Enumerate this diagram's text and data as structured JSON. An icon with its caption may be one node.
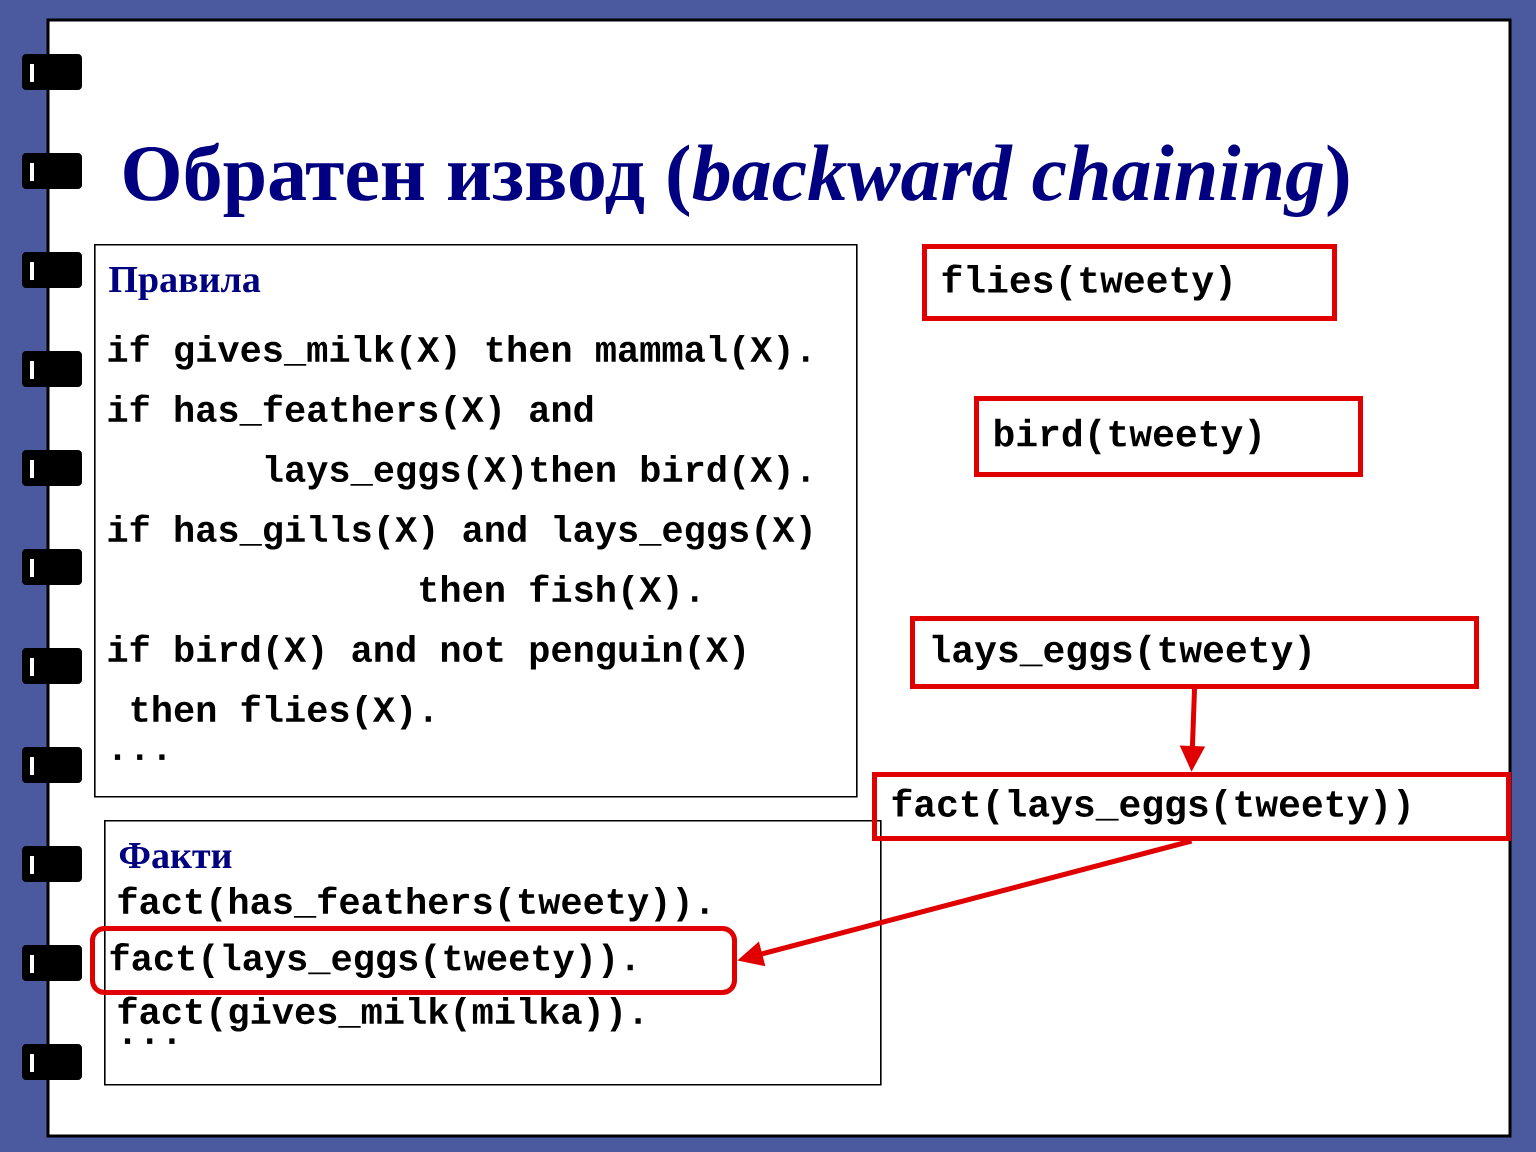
{
  "diagram": {
    "title": "Обратен извод (*backward chaining*)",
    "nodes": [
      {
        "text": [
          "Правила",
          "if gives_milk(X)  then mammal(X).",
          "if has_feathers(X) and lays_eggs(X)then bird(X).",
          "if has_gills(X) and lays_eggs(X) then fish(X).",
          "if bird(X) and not penguin(X) then flies(X).",
          "..."
        ]
      },
      {
        "text": [
          "Факти",
          "fact(has_feathers(tweety)).",
          "fact(gives_milk(milka)).",
          "..."
        ]
      },
      {
        "text": [
          "fact(lays_eggs(tweety))."
        ],
        "in": 1
      },
      {
        "text": [
          "flies(tweety)"
        ]
      },
      {
        "text": [
          "bird(tweety)"
        ]
      },
      {
        "text": [
          "lays_eggs(tweety)"
        ]
      },
      {
        "text": [
          "fact(lays_eggs(tweety))"
        ]
      }
    ],
    "edges": [
      {
        "from": 5,
        "to": 6,
        "arrow": "to"
      },
      {
        "from": 6,
        "to": 2,
        "arrow": "to"
      }
    ]
  }
}
